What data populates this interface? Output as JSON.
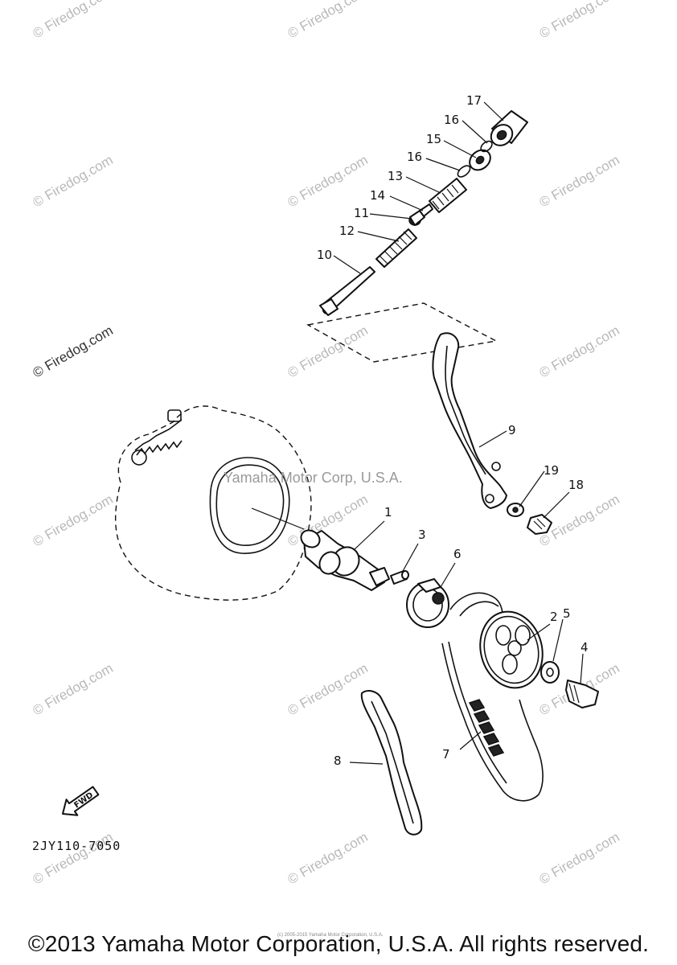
{
  "watermarks": {
    "site": "© Firedog.com",
    "center": "Yamaha Motor Corp, U.S.A."
  },
  "callouts": [
    "1",
    "2",
    "3",
    "4",
    "5",
    "6",
    "7",
    "8",
    "9",
    "10",
    "11",
    "12",
    "13",
    "14",
    "15",
    "16",
    "16",
    "17",
    "18",
    "19"
  ],
  "fwd_label": "FWD",
  "part_code": "2JY110-7050",
  "tiny_note": "(c) 2005-2015 Yamaha Motor Corporation, U.S.A.",
  "footer": "©2013 Yamaha Motor Corporation, U.S.A. All rights reserved.",
  "colors": {
    "ink": "#111111",
    "watermark": "#b9b9b9",
    "paper": "#ffffff"
  }
}
